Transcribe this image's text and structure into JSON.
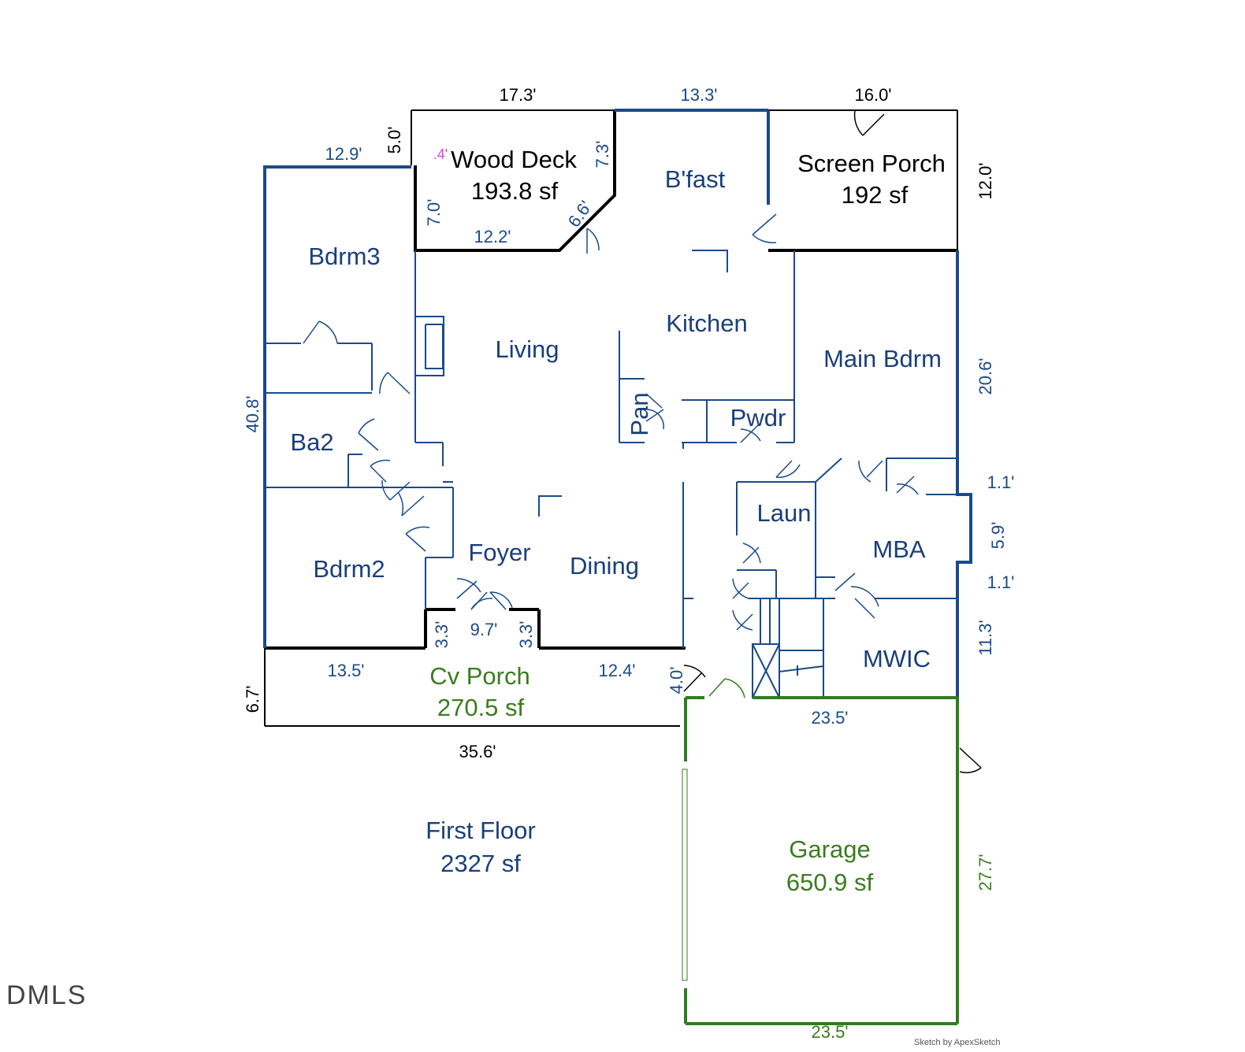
{
  "colors": {
    "wall_blue": "#1a4a8a",
    "wall_black": "#000000",
    "wall_green": "#2e7d1e",
    "label_blue": "#1a3f7a",
    "label_green": "#3a7d1e",
    "label_black": "#000000",
    "marker_magenta": "#e040e0"
  },
  "rooms": {
    "wood_deck": "Wood Deck",
    "wood_deck_area": "193.8 sf",
    "bfast": "B'fast",
    "screen_porch": "Screen Porch",
    "screen_porch_area": "192 sf",
    "bdrm3": "Bdrm3",
    "living": "Living",
    "kitchen": "Kitchen",
    "main_bdrm": "Main Bdrm",
    "pan": "Pan",
    "pwdr": "Pwdr",
    "ba2": "Ba2",
    "laun": "Laun",
    "mba": "MBA",
    "foyer": "Foyer",
    "dining": "Dining",
    "bdrm2": "Bdrm2",
    "mwic": "MWIC",
    "cv_porch": "Cv Porch",
    "cv_porch_area": "270.5 sf",
    "garage": "Garage",
    "garage_area": "650.9 sf"
  },
  "floor": {
    "name": "First Floor",
    "area": "2327 sf"
  },
  "dimensions": {
    "deck_top": "17.3'",
    "bfast_top": "13.3'",
    "porch_top": "16.0'",
    "deck_left_upper": "5.0'",
    "bdrm3_top": "12.9'",
    "deck_marker": ".4'",
    "deck_inner_right": "7.3'",
    "deck_left": "7.0'",
    "deck_bottom": "12.2'",
    "deck_diag": "6.6'",
    "porch_right": "12.0'",
    "main_bdrm_right": "20.6'",
    "left_wall": "40.8'",
    "mba_bump_top": "1.1'",
    "mba_bump": "5.9'",
    "mba_bump_bottom": "1.1'",
    "mwic_right": "11.3'",
    "entry_left": "3.3'",
    "entry_width": "9.7'",
    "entry_right": "3.3'",
    "porch_left_seg": "13.5'",
    "porch_right_seg": "12.4'",
    "porch_side": "4.0'",
    "porch_depth": "6.7'",
    "garage_top": "23.5'",
    "porch_bottom": "35.6'",
    "garage_right": "27.7'",
    "garage_bottom": "23.5'"
  },
  "footer": {
    "mls_logo": "DMLS",
    "credit": "Sketch by ApexSketch"
  }
}
